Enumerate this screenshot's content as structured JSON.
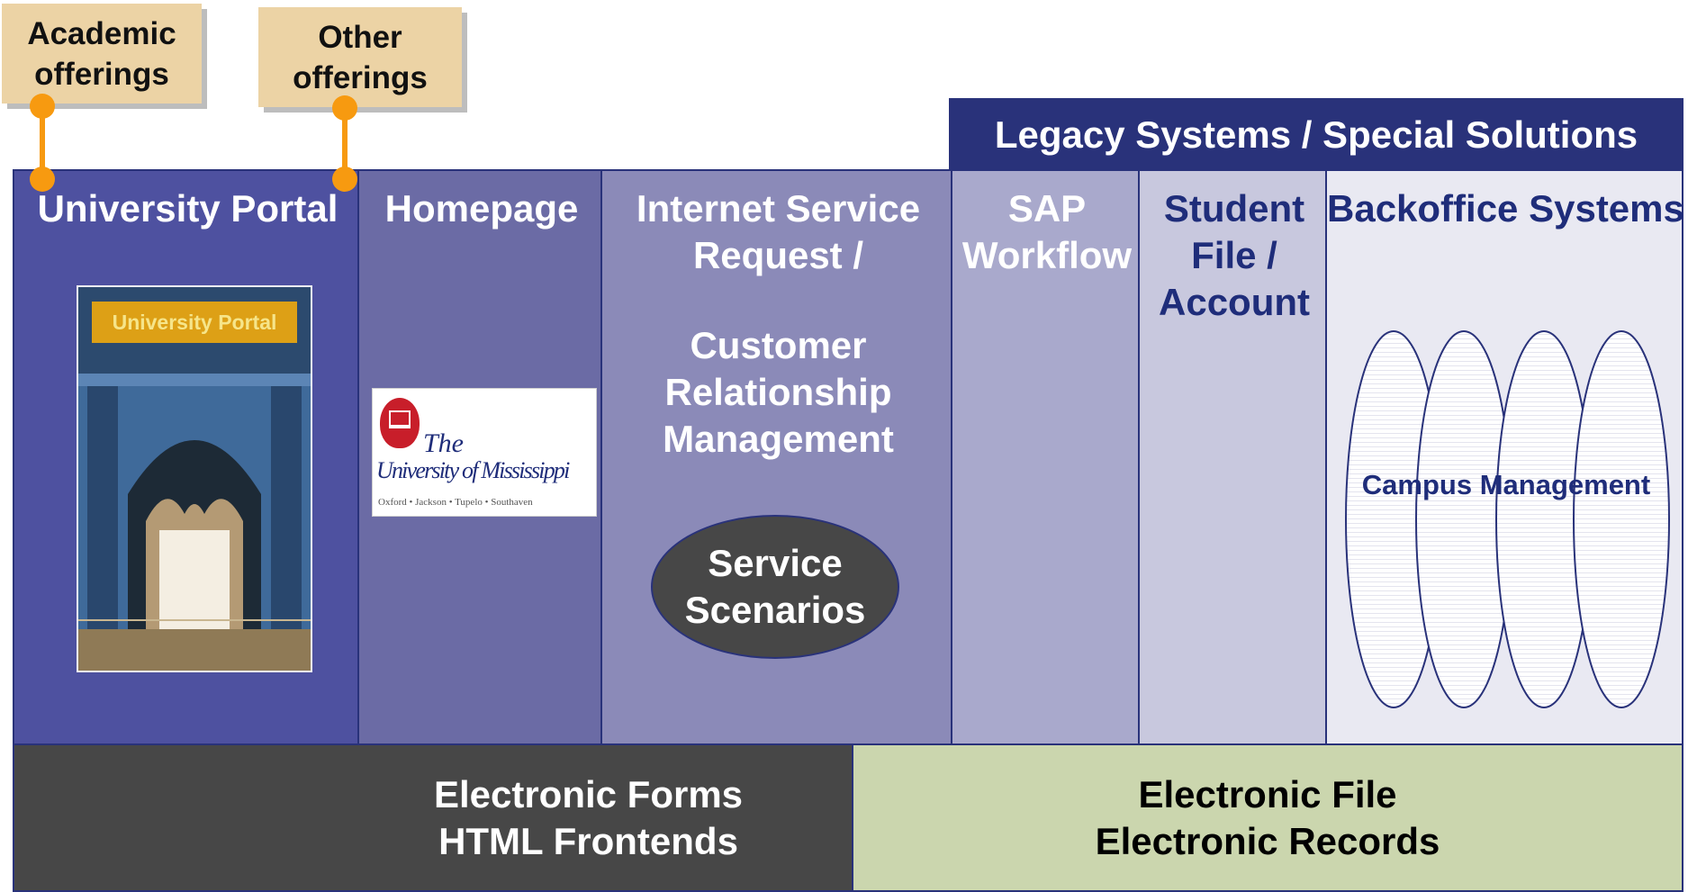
{
  "notes": {
    "academic": [
      "Academic",
      "offerings"
    ],
    "other": [
      "Other",
      "offerings"
    ]
  },
  "legacy_header": "Legacy Systems / Special Solutions",
  "columns": {
    "portal": {
      "title": "University Portal",
      "image_label": "University Portal"
    },
    "homepage": {
      "title": "Homepage",
      "logo": {
        "the": "The",
        "name": "University of Mississippi",
        "campuses": "Oxford • Jackson • Tupelo • Southaven"
      }
    },
    "internet": {
      "title": [
        "Internet Service",
        "Request /"
      ],
      "crm": [
        "Customer",
        "Relationship",
        "Management"
      ],
      "scenarios": [
        "Service",
        "Scenarios"
      ]
    },
    "sap": {
      "title": [
        "SAP",
        "Workflow"
      ]
    },
    "student": {
      "title": [
        "Student",
        "File /",
        "Account"
      ]
    },
    "backoffice": {
      "title": "Backoffice Systems",
      "campus_label": "Campus Management"
    }
  },
  "bottom": {
    "forms": [
      "Electronic Forms",
      "HTML Frontends"
    ],
    "file": [
      "Electronic File",
      "Electronic Records"
    ]
  },
  "colors": {
    "portal": "#4e51a0",
    "homepage": "#6b6ba5",
    "internet": "#8b8ab8",
    "sap": "#a9a9cc",
    "student": "#c8c8de",
    "backoffice": "#e9e9f2",
    "legacy": "#29327a",
    "forms": "#474747",
    "file": "#cbd6ae",
    "note": "#ecd3a5",
    "connector": "#f79a10"
  }
}
